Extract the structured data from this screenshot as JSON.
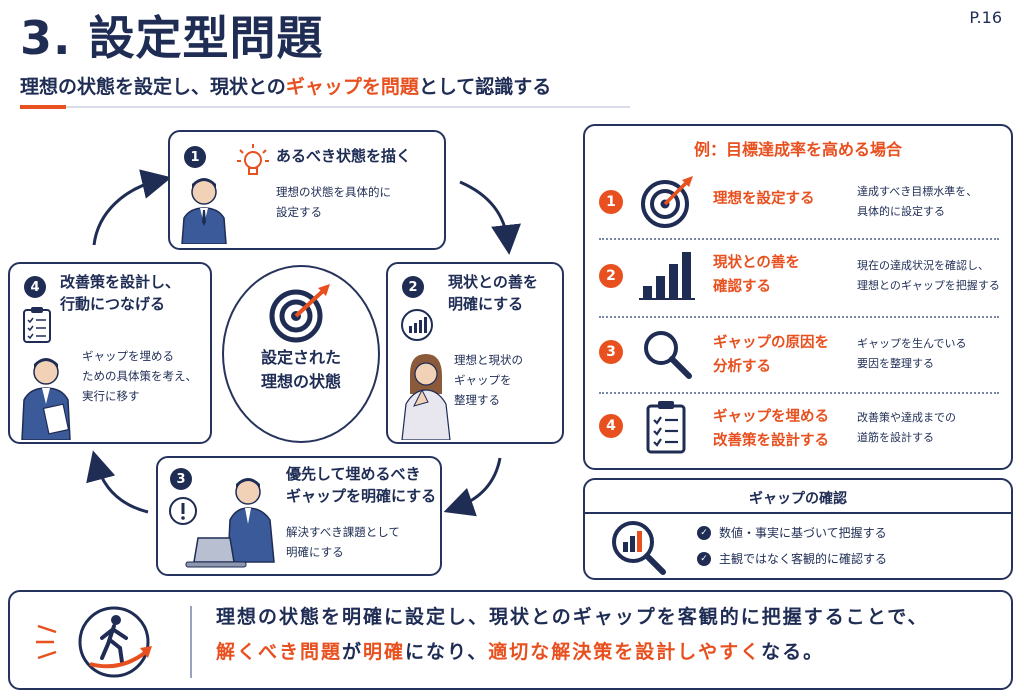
{
  "header": {
    "title": "3. 設定型問題",
    "page": "P.16",
    "subtitle_pre": "理想の状態を設定し、現状との",
    "subtitle_hl": "ギャップを問題",
    "subtitle_post": "として認識する"
  },
  "cycle": {
    "center": [
      "設定された",
      "理想の状態"
    ],
    "steps": [
      {
        "num": "1",
        "title": "あるべき状態を描く",
        "desc": [
          "理想の状態を具体的に",
          "設定する"
        ]
      },
      {
        "num": "2",
        "title": [
          "現状との善を",
          "明確にする"
        ],
        "desc": [
          "理想と現状の",
          "ギャップを",
          "整理する"
        ]
      },
      {
        "num": "3",
        "title": [
          "優先して埋めるべき",
          "ギャップを明確にする"
        ],
        "desc": [
          "解決すべき課題として",
          "明確にする"
        ]
      },
      {
        "num": "4",
        "title": [
          "改善策を設計し、",
          "行動につなげる"
        ],
        "desc": [
          "ギャップを埋める",
          "ための具体策を考え、",
          "実行に移す"
        ]
      }
    ]
  },
  "example": {
    "title": "例：目標達成率を高める場合",
    "rows": [
      {
        "num": "1",
        "icon": "target-icon",
        "title": [
          "理想を設定する"
        ],
        "desc": [
          "達成すべき目標水準を、",
          "具体的に設定する"
        ]
      },
      {
        "num": "2",
        "icon": "bar-chart-icon",
        "title": [
          "現状との善を",
          "確認する"
        ],
        "desc": [
          "現在の達成状況を確認し、",
          "理想とのギャップを把握する"
        ]
      },
      {
        "num": "3",
        "icon": "magnifier-icon",
        "title": [
          "ギャップの原因を",
          "分析する"
        ],
        "desc": [
          "ギャップを生んでいる",
          "要因を整理する"
        ]
      },
      {
        "num": "4",
        "icon": "checklist-icon",
        "title": [
          "ギャップを埋める",
          "改善策を設計する"
        ],
        "desc": [
          "改善策や達成までの",
          "道筋を設計する"
        ]
      }
    ]
  },
  "gap_check": {
    "title": "ギャップの確認",
    "items": [
      "数値・事実に基づいて把握する",
      "主観ではなく客観的に確認する"
    ]
  },
  "summary": {
    "line1": "理想の状態を明確に設定し、現状とのギャップを客観的に把握することで、",
    "line2": [
      {
        "text": "解くべき問題",
        "hl": true
      },
      {
        "text": "が",
        "hl": false
      },
      {
        "text": "明確",
        "hl": true
      },
      {
        "text": "になり、",
        "hl": false
      },
      {
        "text": "適切な解決策を設計しやすく",
        "hl": true
      },
      {
        "text": "なる。",
        "hl": false
      }
    ]
  },
  "colors": {
    "navy": "#1f2d55",
    "accent": "#e8501f"
  }
}
